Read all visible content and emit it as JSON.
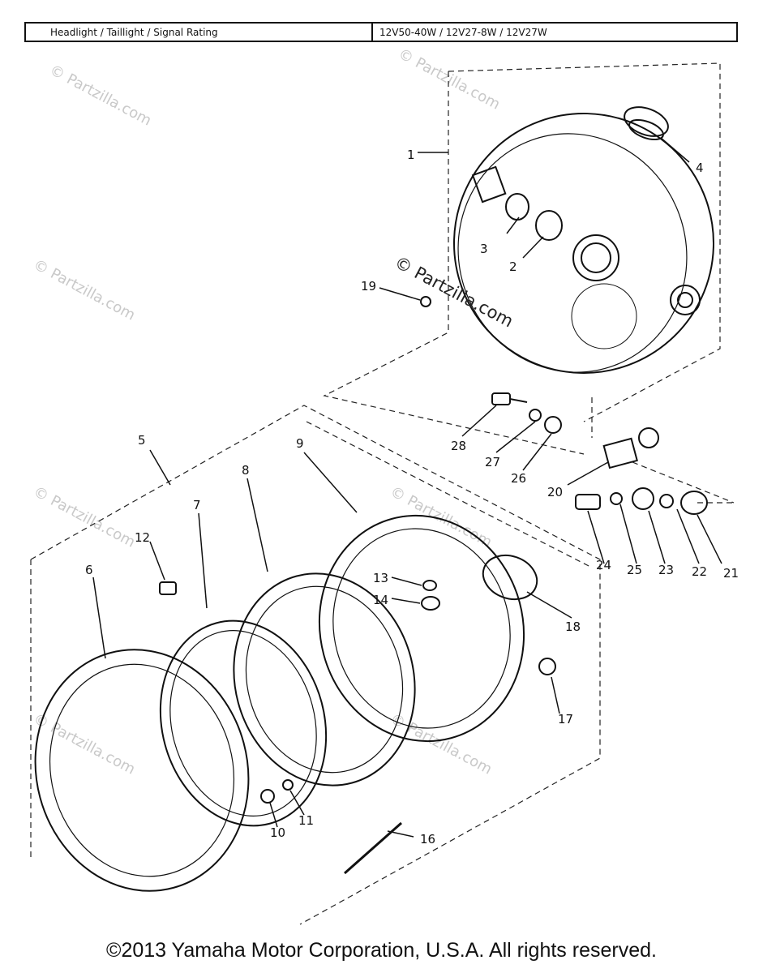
{
  "rating_table": {
    "label": "Headlight / Taillight / Signal Rating",
    "value": "12V50-40W / 12V27-8W / 12V27W"
  },
  "callouts": [
    "1",
    "2",
    "3",
    "4",
    "5",
    "6",
    "7",
    "8",
    "9",
    "10",
    "11",
    "12",
    "13",
    "14",
    "16",
    "17",
    "18",
    "19",
    "20",
    "21",
    "22",
    "23",
    "24",
    "25",
    "26",
    "27",
    "28"
  ],
  "watermark": {
    "main": "© Partzilla.com",
    "repeat": "© Partzilla.com"
  },
  "copyright": "©2013 Yamaha Motor Corporation, U.S.A. All rights reserved."
}
